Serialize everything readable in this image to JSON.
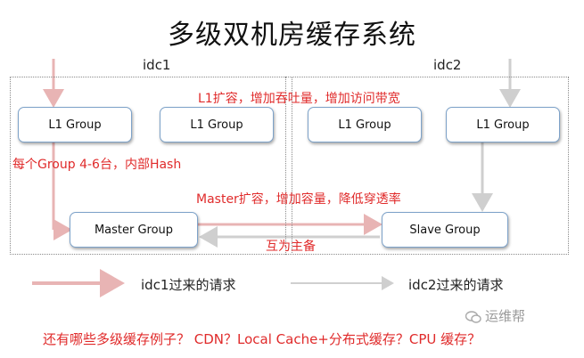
{
  "title": "多级双机房缓存系统",
  "idc1": {
    "label": "idc1"
  },
  "idc2": {
    "label": "idc2"
  },
  "groups": {
    "idc1_l1_a": "L1 Group",
    "idc1_l1_b": "L1 Group",
    "idc2_l1_a": "L1 Group",
    "idc2_l1_b": "L1 Group",
    "master": "Master Group",
    "slave": "Slave Group"
  },
  "annotations": {
    "l1_expand": "L1扩容，增加吞吐量，增加访问带宽",
    "group_hash": "每个Group 4-6台，内部Hash",
    "master_expand": "Master扩容，增加容量，降低穿透率",
    "mutual_backup": "互为主备"
  },
  "legend": {
    "idc1_requests": "idc1过来的请求",
    "idc2_requests": "idc2过来的请求"
  },
  "question": "还有哪些多级缓存例子？ CDN？Local Cache+分布式缓存？CPU 缓存？",
  "watermark": {
    "text": "运维帮"
  },
  "colors": {
    "idc1_arrow": "#e8b4b4",
    "idc2_arrow": "#cfcfcf",
    "annotation": "#e02b2b",
    "box_border": "#7da2c9"
  }
}
